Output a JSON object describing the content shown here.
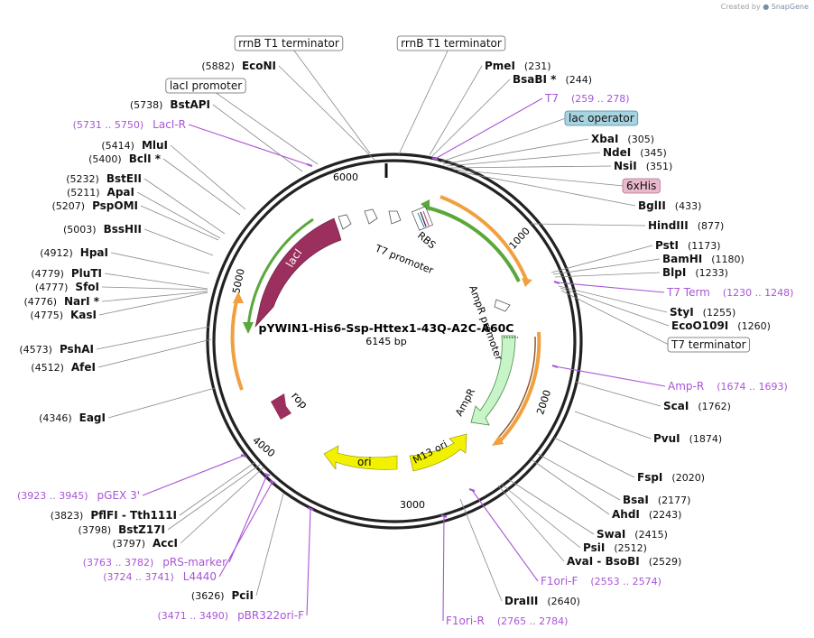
{
  "credit": {
    "prefix": "Created by",
    "brand": "SnapGene"
  },
  "plasmid": {
    "name": "pYWIN1-His6-Ssp-Httex1-43Q-A2C-A60C",
    "length_label": "6145 bp",
    "length": 6145
  },
  "ticks": [
    "1000",
    "2000",
    "3000",
    "4000",
    "5000",
    "6000"
  ],
  "colors": {
    "backbone": "#222222",
    "enzyme_line": "#888888",
    "primer": "#a855d6",
    "lacI": "#9b2f5e",
    "rop": "#9b2f5e",
    "ori": "#f2f200",
    "ampR": "#c8f5c8",
    "orange_arc": "#f0a040",
    "green_arc": "#5aa83a",
    "lac_operator_bg": "#a8d3e0",
    "his_bg": "#e8b8cc"
  },
  "features": {
    "lacI": "lacI",
    "rop": "rop",
    "ori": "ori",
    "m13": "M13 ori",
    "ampR": "AmpR",
    "ampR_promoter": "AmpR promoter",
    "t7_promoter": "T7 promoter",
    "rbs": "RBS"
  },
  "labels_right": [
    {
      "key": "pmeI",
      "name": "PmeI",
      "pos": "(231)",
      "kind": "enzyme"
    },
    {
      "key": "bsabi",
      "name": "BsaBI *",
      "pos": "(244)",
      "kind": "enzyme"
    },
    {
      "key": "t7",
      "name": "T7",
      "pos": "(259 .. 278)",
      "kind": "primer"
    },
    {
      "key": "lacop",
      "name": "lac operator",
      "pos": "",
      "kind": "feature-box-blue"
    },
    {
      "key": "xbai",
      "name": "XbaI",
      "pos": "(305)",
      "kind": "enzyme"
    },
    {
      "key": "ndei",
      "name": "NdeI",
      "pos": "(345)",
      "kind": "enzyme"
    },
    {
      "key": "nsii",
      "name": "NsiI",
      "pos": "(351)",
      "kind": "enzyme"
    },
    {
      "key": "his",
      "name": "6xHis",
      "pos": "",
      "kind": "feature-box-pink"
    },
    {
      "key": "bglii",
      "name": "BglII",
      "pos": "(433)",
      "kind": "enzyme"
    },
    {
      "key": "hindiii",
      "name": "HindIII",
      "pos": "(877)",
      "kind": "enzyme"
    },
    {
      "key": "psti",
      "name": "PstI",
      "pos": "(1173)",
      "kind": "enzyme"
    },
    {
      "key": "bamhi",
      "name": "BamHI",
      "pos": "(1180)",
      "kind": "enzyme"
    },
    {
      "key": "blpi",
      "name": "BlpI",
      "pos": "(1233)",
      "kind": "enzyme"
    },
    {
      "key": "t7term",
      "name": "T7 Term",
      "pos": "(1230 .. 1248)",
      "kind": "primer"
    },
    {
      "key": "styi",
      "name": "StyI",
      "pos": "(1255)",
      "kind": "enzyme"
    },
    {
      "key": "eco0109i",
      "name": "EcoO109I",
      "pos": "(1260)",
      "kind": "enzyme"
    },
    {
      "key": "t7terminator",
      "name": "T7 terminator",
      "pos": "",
      "kind": "feature-box"
    },
    {
      "key": "ampr_primer",
      "name": "Amp-R",
      "pos": "(1674 .. 1693)",
      "kind": "primer"
    },
    {
      "key": "scai",
      "name": "ScaI",
      "pos": "(1762)",
      "kind": "enzyme"
    },
    {
      "key": "pvui",
      "name": "PvuI",
      "pos": "(1874)",
      "kind": "enzyme"
    },
    {
      "key": "fspi",
      "name": "FspI",
      "pos": "(2020)",
      "kind": "enzyme"
    },
    {
      "key": "bsai",
      "name": "BsaI",
      "pos": "(2177)",
      "kind": "enzyme"
    },
    {
      "key": "ahdi",
      "name": "AhdI",
      "pos": "(2243)",
      "kind": "enzyme"
    },
    {
      "key": "swai",
      "name": "SwaI",
      "pos": "(2415)",
      "kind": "enzyme"
    },
    {
      "key": "psii",
      "name": "PsiI",
      "pos": "(2512)",
      "kind": "enzyme"
    },
    {
      "key": "avai",
      "name": "AvaI  -  BsoBI",
      "pos": "(2529)",
      "kind": "enzyme"
    },
    {
      "key": "f1orif",
      "name": "F1ori-F",
      "pos": "(2553 .. 2574)",
      "kind": "primer"
    },
    {
      "key": "draiii",
      "name": "DraIII",
      "pos": "(2640)",
      "kind": "enzyme"
    },
    {
      "key": "f1orir",
      "name": "F1ori-R",
      "pos": "(2765 .. 2784)",
      "kind": "primer"
    }
  ],
  "labels_left": [
    {
      "key": "rrnb1",
      "name": "rrnB T1 terminator",
      "pos": "",
      "kind": "feature-box"
    },
    {
      "key": "rrnb2",
      "name": "rrnB T1 terminator",
      "pos": "",
      "kind": "feature-box"
    },
    {
      "key": "econi",
      "name": "EcoNI",
      "pos": "(5882)",
      "kind": "enzyme"
    },
    {
      "key": "lacip",
      "name": "lacI promoter",
      "pos": "",
      "kind": "feature-box"
    },
    {
      "key": "bstapi",
      "name": "BstAPI",
      "pos": "(5738)",
      "kind": "enzyme"
    },
    {
      "key": "lacir",
      "name": "LacI-R",
      "pos": "(5731 .. 5750)",
      "kind": "primer"
    },
    {
      "key": "mlui",
      "name": "MluI",
      "pos": "(5414)",
      "kind": "enzyme"
    },
    {
      "key": "bcli",
      "name": "BclI *",
      "pos": "(5400)",
      "kind": "enzyme"
    },
    {
      "key": "bsteii",
      "name": "BstEII",
      "pos": "(5232)",
      "kind": "enzyme"
    },
    {
      "key": "apai",
      "name": "ApaI",
      "pos": "(5211)",
      "kind": "enzyme"
    },
    {
      "key": "pspomi",
      "name": "PspOMI",
      "pos": "(5207)",
      "kind": "enzyme"
    },
    {
      "key": "bsshii",
      "name": "BssHII",
      "pos": "(5003)",
      "kind": "enzyme"
    },
    {
      "key": "hpai",
      "name": "HpaI",
      "pos": "(4912)",
      "kind": "enzyme"
    },
    {
      "key": "pluti",
      "name": "PluTI",
      "pos": "(4779)",
      "kind": "enzyme"
    },
    {
      "key": "sfoi",
      "name": "SfoI",
      "pos": "(4777)",
      "kind": "enzyme"
    },
    {
      "key": "nari",
      "name": "NarI *",
      "pos": "(4776)",
      "kind": "enzyme"
    },
    {
      "key": "kasi",
      "name": "KasI",
      "pos": "(4775)",
      "kind": "enzyme"
    },
    {
      "key": "pshai",
      "name": "PshAI",
      "pos": "(4573)",
      "kind": "enzyme"
    },
    {
      "key": "afei",
      "name": "AfeI",
      "pos": "(4512)",
      "kind": "enzyme"
    },
    {
      "key": "eagi",
      "name": "EagI",
      "pos": "(4346)",
      "kind": "enzyme"
    },
    {
      "key": "pgex3",
      "name": "pGEX 3'",
      "pos": "(3923 .. 3945)",
      "kind": "primer"
    },
    {
      "key": "pflfi",
      "name": "PflFI  -  Tth111I",
      "pos": "(3823)",
      "kind": "enzyme"
    },
    {
      "key": "bstz17i",
      "name": "BstZ17I",
      "pos": "(3798)",
      "kind": "enzyme"
    },
    {
      "key": "acci",
      "name": "AccI",
      "pos": "(3797)",
      "kind": "enzyme"
    },
    {
      "key": "prsmarker",
      "name": "pRS-marker",
      "pos": "(3763 .. 3782)",
      "kind": "primer"
    },
    {
      "key": "l4440",
      "name": "L4440",
      "pos": "(3724 .. 3741)",
      "kind": "primer"
    },
    {
      "key": "pcii",
      "name": "PciI",
      "pos": "(3626)",
      "kind": "enzyme"
    },
    {
      "key": "pbr322",
      "name": "pBR322ori-F",
      "pos": "(3471 .. 3490)",
      "kind": "primer"
    }
  ]
}
